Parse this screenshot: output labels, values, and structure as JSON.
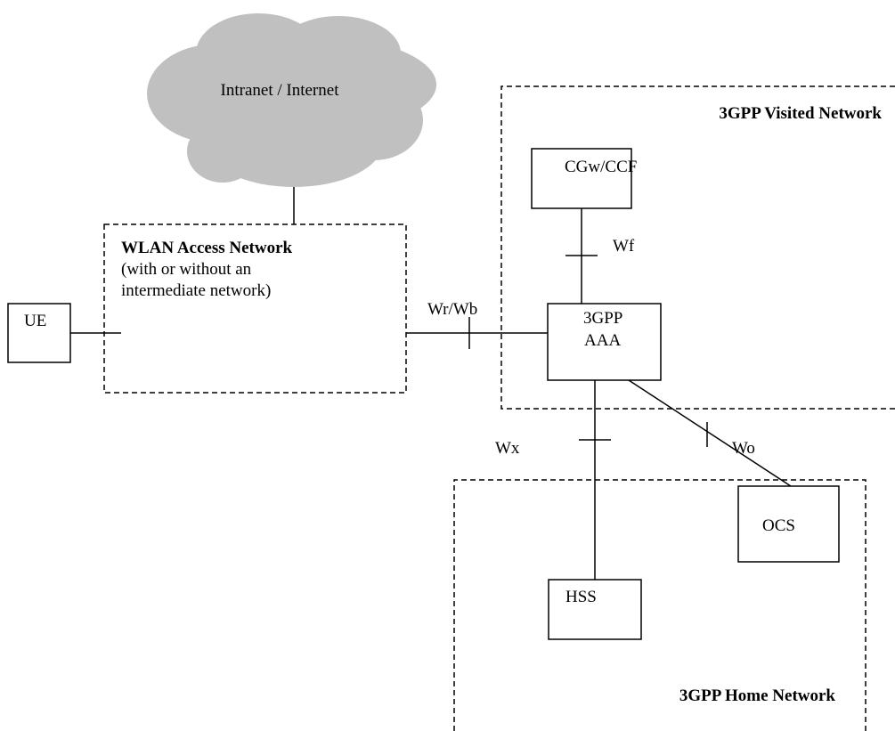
{
  "cloud": {
    "label": "Intranet / Internet",
    "color": "#c0c0c0"
  },
  "networks": {
    "visited": {
      "label": "3GPP Visited Network"
    },
    "home": {
      "label": "3GPP Home Network"
    },
    "wlan": {
      "title": "WLAN Access Network",
      "subtitle_line1": "(with or without an",
      "subtitle_line2": "intermediate network)"
    }
  },
  "nodes": {
    "ue": "UE",
    "cgw": "CGw/CCF",
    "aaa_line1": "3GPP",
    "aaa_line2": "AAA",
    "hss": "HSS",
    "ocs": "OCS"
  },
  "interfaces": {
    "wr_wb": "Wr/Wb",
    "wf": "Wf",
    "wx": "Wx",
    "wo": "Wo"
  }
}
